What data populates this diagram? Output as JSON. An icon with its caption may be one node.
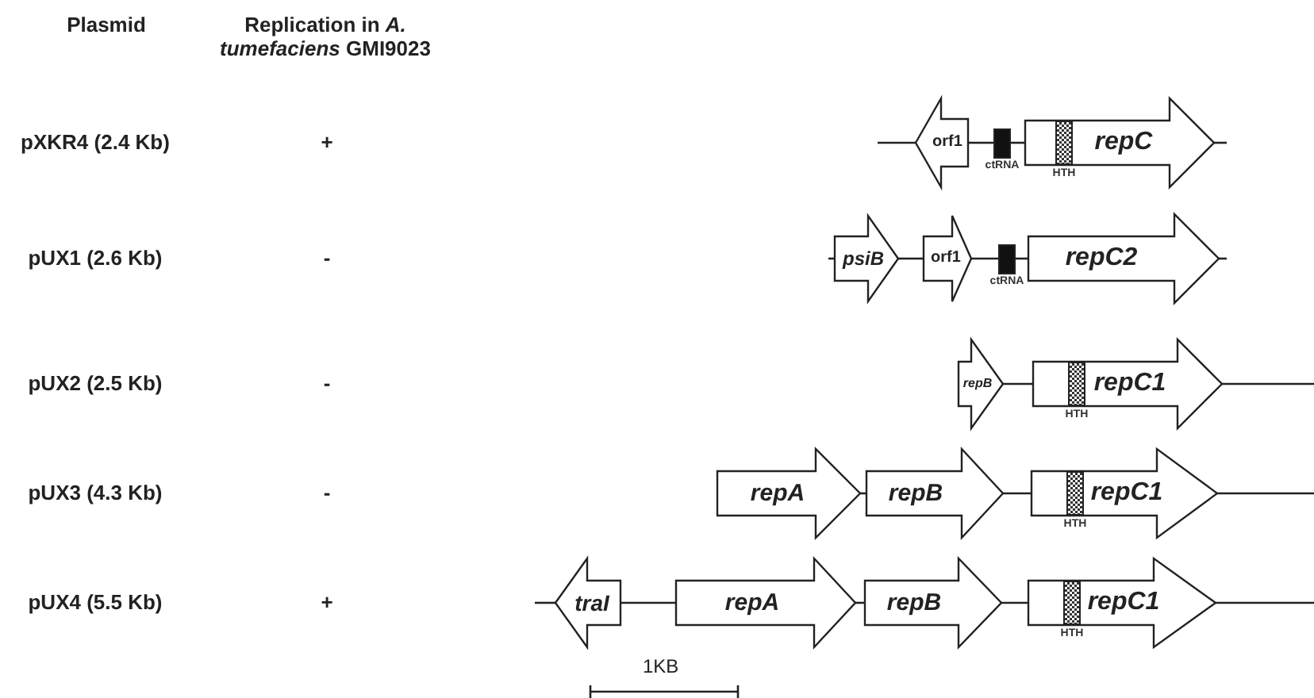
{
  "diagram": {
    "nodes": [
      {
        "text": [
          "orf1"
        ]
      },
      {
        "text": [
          "ctRNA"
        ]
      },
      {
        "text": [
          "repC"
        ]
      },
      {
        "text": [
          "HTH"
        ],
        "in": 2
      },
      {
        "text": [
          "psiB"
        ]
      },
      {
        "text": [
          "orf1"
        ]
      },
      {
        "text": [
          "ctRNA"
        ]
      },
      {
        "text": [
          "repC2"
        ]
      },
      {
        "text": [
          "repB"
        ]
      },
      {
        "text": [
          "repC1"
        ]
      },
      {
        "text": [
          "HTH"
        ],
        "in": 9
      },
      {
        "text": [
          "repA"
        ]
      },
      {
        "text": [
          "repB"
        ]
      },
      {
        "text": [
          "repC1"
        ]
      },
      {
        "text": [
          "HTH"
        ],
        "in": 13
      },
      {
        "text": [
          "traI"
        ]
      },
      {
        "text": [
          "repA"
        ]
      },
      {
        "text": [
          "repB"
        ]
      },
      {
        "text": [
          "repC1"
        ]
      },
      {
        "text": [
          "HTH"
        ],
        "in": 18
      }
    ],
    "edges": [
      {
        "from": 0,
        "to": 1,
        "arrow": "none"
      },
      {
        "from": 1,
        "to": 2,
        "arrow": "none"
      },
      {
        "from": 4,
        "to": 5,
        "arrow": "none"
      },
      {
        "from": 5,
        "to": 6,
        "arrow": "none"
      },
      {
        "from": 6,
        "to": 7,
        "arrow": "none"
      },
      {
        "from": 8,
        "to": 9,
        "arrow": "none"
      },
      {
        "from": 11,
        "to": 12,
        "arrow": "none"
      },
      {
        "from": 12,
        "to": 13,
        "arrow": "none"
      },
      {
        "from": 15,
        "to": 16,
        "arrow": "none"
      },
      {
        "from": 16,
        "to": 17,
        "arrow": "none"
      },
      {
        "from": 17,
        "to": 18,
        "arrow": "none"
      }
    ],
    "labels": [
      "Plasmid",
      "Replication in *A. tumefaciens* GMI9023",
      "pXKR4 (2.4 Kb)",
      "+",
      "pUX1 (2.6 Kb)",
      "-",
      "pUX2 (2.5 Kb)",
      "-",
      "pUX3 (4.3 Kb)",
      "-",
      "pUX4 (5.5 Kb)",
      "+",
      "1KB"
    ]
  }
}
